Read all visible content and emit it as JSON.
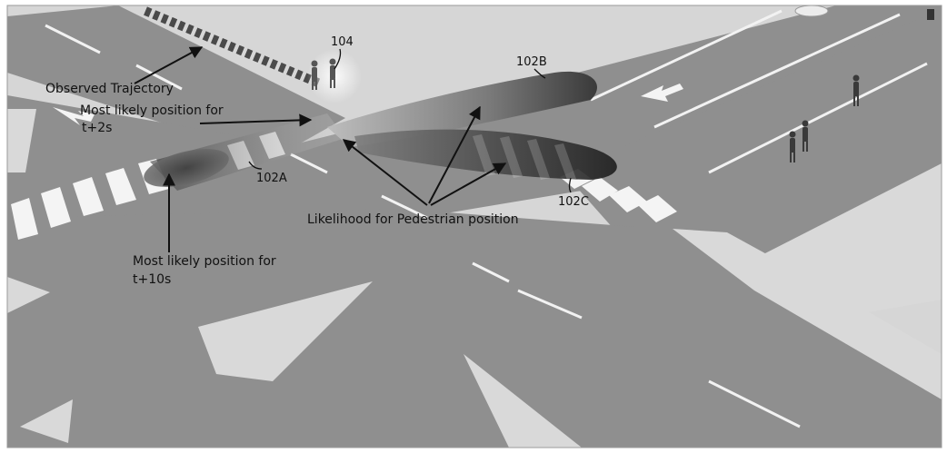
{
  "labels": {
    "observed_trajectory": "Observed Trajectory",
    "most_likely_t2_line1": "Most likely position for",
    "most_likely_t2_line2": "t+2s",
    "most_likely_t10_line1": "Most likely position for",
    "most_likely_t10_line2": "t+10s",
    "likelihood": "Likelihood for Pedestrian position"
  },
  "reference_numerals": {
    "pedestrian": "104",
    "region_a": "102A",
    "region_b": "102B",
    "region_c": "102C"
  },
  "colors": {
    "sidewalk": "#d6d6d6",
    "road": "#8f8f8f",
    "marking": "#f4f4f4",
    "trajectory": "#4a4a4a",
    "arrow": "#111111"
  }
}
